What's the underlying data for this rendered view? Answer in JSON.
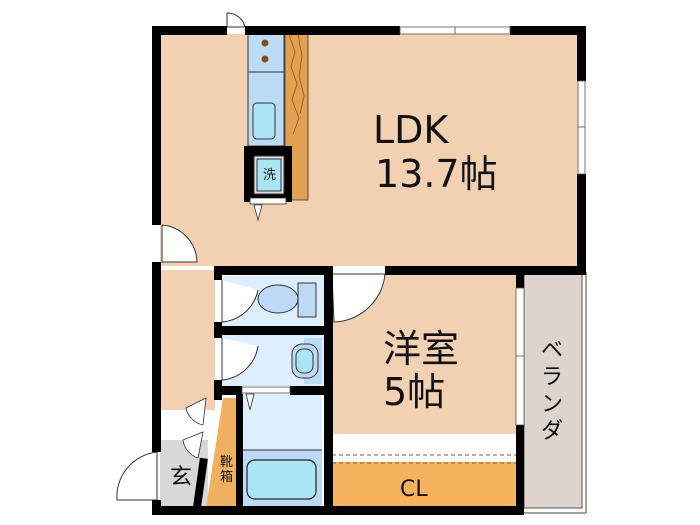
{
  "floorplan": {
    "rooms": {
      "ldk": {
        "name": "LDK",
        "size": "13.7帖"
      },
      "western_room": {
        "name": "洋室",
        "size": "5帖"
      },
      "closet": {
        "name": "CL"
      },
      "balcony": {
        "name": "ベランダ",
        "chars": [
          "ベ",
          "ラ",
          "ン",
          "ダ"
        ]
      },
      "entrance": {
        "name": "玄"
      },
      "shoe_cabinet": {
        "chars": [
          "靴",
          "箱"
        ]
      },
      "washer": {
        "name": "洗"
      }
    },
    "colors": {
      "floor": "#f2d1b3",
      "wall": "#000000",
      "closet": "#f5b25f",
      "shoe_cabinet": "#f0b060",
      "balcony": "#ddd5cd",
      "entrance": "#d8d8d8",
      "wet_area": "#ddeeff",
      "wet_area_dark": "#bcd9f5",
      "fixture": "#a9e5f5",
      "kitchen_counter": "#bcdcf5",
      "wood_panel": "#e2a052"
    }
  }
}
